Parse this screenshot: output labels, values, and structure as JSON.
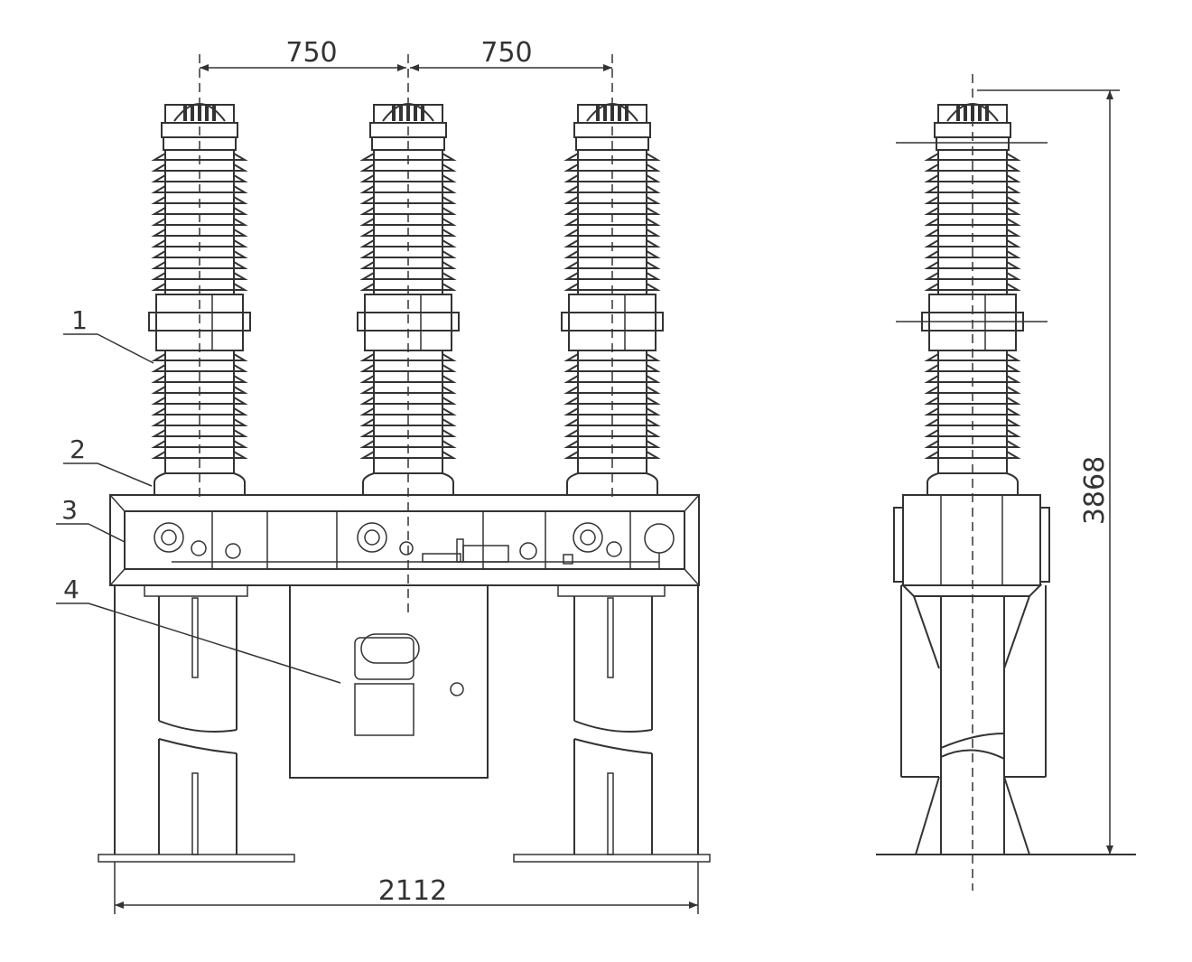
{
  "dimensions": {
    "phase_spacing_left": "750",
    "phase_spacing_right": "750",
    "overall_width": "2112",
    "overall_height": "3868"
  },
  "callouts": [
    {
      "label": "1"
    },
    {
      "label": "2"
    },
    {
      "label": "3"
    },
    {
      "label": "4"
    }
  ],
  "colors": {
    "line": "#333333",
    "background": "#ffffff"
  }
}
